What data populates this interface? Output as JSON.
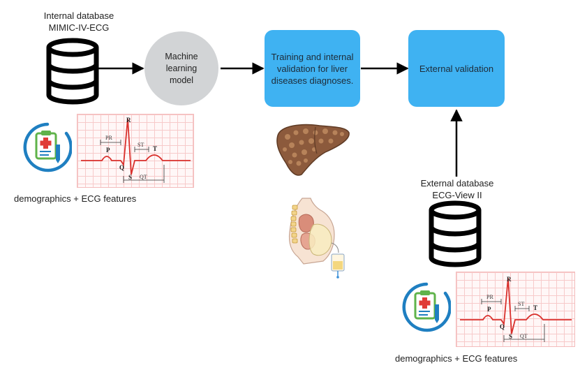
{
  "internal_db": {
    "title_line1": "Internal database",
    "title_line2": "MIMIC-IV-ECG"
  },
  "ml_model": {
    "label": "Machine\nlearning\nmodel"
  },
  "training_box": {
    "label": "Training and internal validation for liver diseases diagnoses."
  },
  "external_validation_box": {
    "label": "External validation"
  },
  "external_db": {
    "title_line1": "External database",
    "title_line2": "ECG-View II"
  },
  "features_caption_left": "demographics + ECG features",
  "features_caption_right": "demographics + ECG features",
  "ecg_labels": {
    "P": "P",
    "Q": "Q",
    "R": "R",
    "S": "S",
    "T": "T",
    "PR": "PR",
    "ST": "ST",
    "QT": "QT"
  },
  "colors": {
    "box_blue": "#3fb2f2",
    "circle_gray": "#d2d4d6",
    "ecg_red": "#d9302c",
    "clipboard_green": "#5fb34a",
    "ring_blue": "#1f7fc1"
  }
}
